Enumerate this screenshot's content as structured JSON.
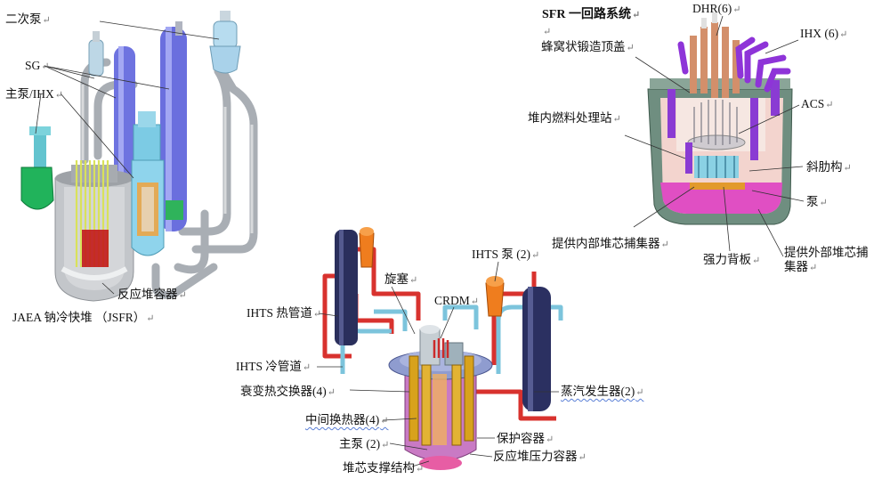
{
  "paragraph_mark": "↵",
  "jsfr": {
    "labels": {
      "secondary_pump": "二次泵",
      "sg": "SG",
      "main_pump_ihx": "主泵/IHX",
      "reactor_vessel": "反应堆容器",
      "caption": "JAEA 钠冷快堆 （JSFR）"
    }
  },
  "sfr": {
    "labels": {
      "title": "SFR 一回路系统",
      "dhr": "DHR(6)",
      "ihx": "IHX (6)",
      "honeycomb_deck": "蜂窝状锻造顶盖",
      "acs": "ACS",
      "fuel_handling": "堆内燃料处理站",
      "inclined_ribs": "斜肋构",
      "pump": "泵",
      "internal_core_catcher": "提供内部堆芯捕集器",
      "strongback": "强力背板",
      "external_core_catcher_1": "提供外部堆芯捕",
      "external_core_catcher_2": "集器"
    }
  },
  "loop": {
    "labels": {
      "ihts_pump": "IHTS 泵 (2)",
      "rotating_plug": "旋塞",
      "crdm": "CRDM",
      "ihts_hot_leg": "IHTS 热管道",
      "ihts_cold_leg": "IHTS 冷管道",
      "decay_hx": "衰变热交换器(4)",
      "intermediate_hx": "中间换热器(4)",
      "main_pump": "主泵 (2)",
      "core_support": "堆芯支撑结构",
      "steam_generator": "蒸汽发生器(2)",
      "guard_vessel": "保护容器",
      "reactor_pressure_vessel": "反应堆压力容器"
    }
  }
}
